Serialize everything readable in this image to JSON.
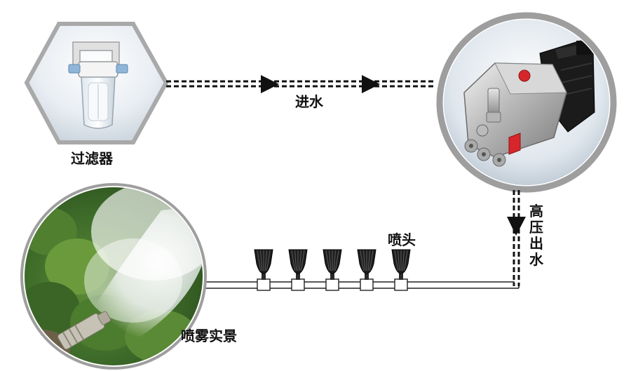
{
  "labels": {
    "filter": "过滤器",
    "water_in": "进水",
    "high_pressure_out": "高压出水",
    "nozzle": "喷头",
    "mist_scene": "喷雾实景"
  },
  "components": {
    "filter_image": "water-filter-icon",
    "pump_image": "high-pressure-pump-icon",
    "mist_photo": "mist-spray-photo",
    "nozzle_icon": "spray-nozzle-icon"
  },
  "nozzle_count": 5,
  "colors": {
    "pipe": "#111111",
    "frame": "#9e9e9e",
    "accent_red": "#d7262b"
  }
}
